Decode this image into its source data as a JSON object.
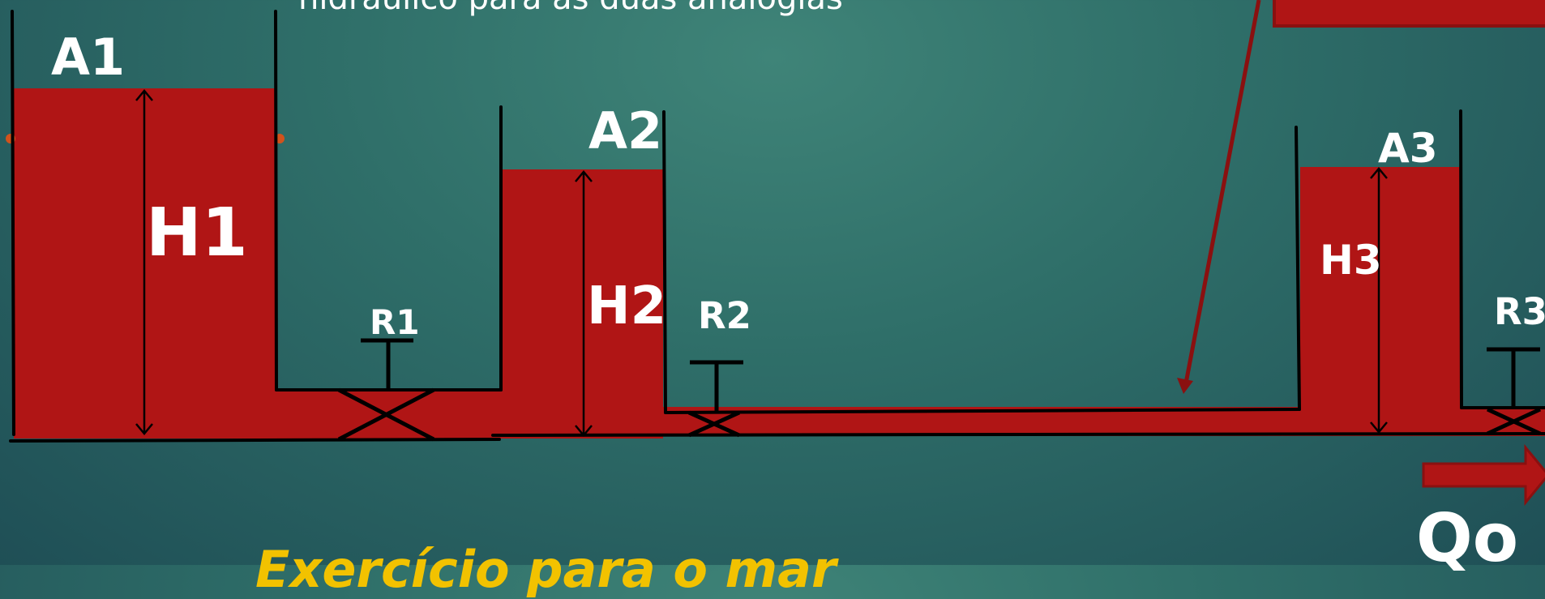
{
  "colors": {
    "water": "#b01515",
    "line": "#000000",
    "arrow": "#8a1010",
    "background": "#2f6f69",
    "bottom_text": "#f2c200"
  },
  "text": {
    "top_fragment": "hidráulico para as duas analogias",
    "bottom_fragment": "Exercício para o mar"
  },
  "tanks": [
    {
      "area_label": "A1",
      "height_label": "H1"
    },
    {
      "area_label": "A2",
      "height_label": "H2"
    },
    {
      "area_label": "A3",
      "height_label": "H3"
    }
  ],
  "valves": [
    {
      "label": "R1"
    },
    {
      "label": "R2"
    },
    {
      "label": "R3"
    }
  ],
  "outflow": {
    "label": "Qo"
  }
}
